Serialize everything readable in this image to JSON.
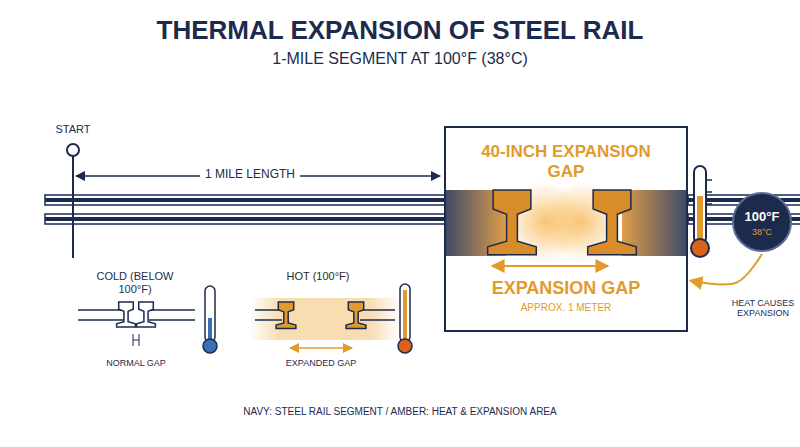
{
  "diagram": {
    "title": "THERMAL EXPANSION OF STEEL RAIL",
    "nodes": [
      {
        "text": [
          "40-INCH EXPANSION GAP",
          "EXPANSION GAP",
          "APPROX. 1 METER"
        ]
      },
      {
        "text": [
          "100°F",
          "38°C"
        ]
      }
    ],
    "edges": [
      {
        "from": 1,
        "to": 0,
        "arrow": "to"
      }
    ],
    "labels": [
      "1-MILE SEGMENT AT 100°F (38°C)",
      "START",
      "1 MILE LENGTH",
      "HEAT CAUSES EXPANSION",
      "COLD (BELOW 100°F)",
      "NORMAL GAP",
      "HOT (100°F)",
      "EXPANDED GAP",
      "NAVY: STEEL RAIL SEGMENT / AMBER: HEAT & EXPANSION AREA"
    ]
  }
}
